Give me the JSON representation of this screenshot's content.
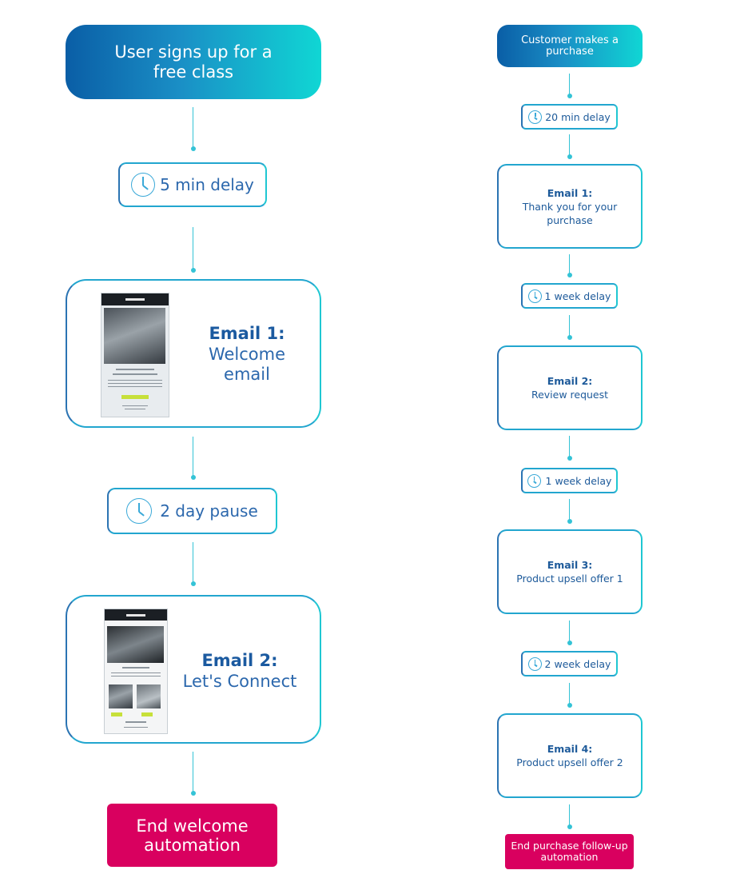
{
  "left_flow": {
    "start": "User signs up for a free class",
    "delay_1": "5 min delay",
    "email_1": {
      "title": "Email 1:",
      "subtitle": "Welcome email"
    },
    "delay_2": "2 day pause",
    "email_2": {
      "title": "Email 2:",
      "subtitle": "Let's Connect"
    },
    "end": "End welcome automation"
  },
  "right_flow": {
    "start": "Customer makes a purchase",
    "delay_1": "20 min delay",
    "email_1": {
      "title": "Email 1:",
      "subtitle": "Thank you for your purchase"
    },
    "delay_2": "1 week delay",
    "email_2": {
      "title": "Email 2:",
      "subtitle": "Review request"
    },
    "delay_3": "1 week delay",
    "email_3": {
      "title": "Email 3:",
      "subtitle": "Product upsell offer 1"
    },
    "delay_4": "2 week delay",
    "email_4": {
      "title": "Email 4:",
      "subtitle": "Product upsell offer 2"
    },
    "end": "End purchase follow-up automation"
  },
  "colors": {
    "start_gradient_from": "#0a5ea6",
    "start_gradient_to": "#10d6d4",
    "end_fill": "#d9005f",
    "border": "#1fc7d2",
    "text": "#1d5a9a"
  },
  "icons": [
    "clock-icon"
  ]
}
